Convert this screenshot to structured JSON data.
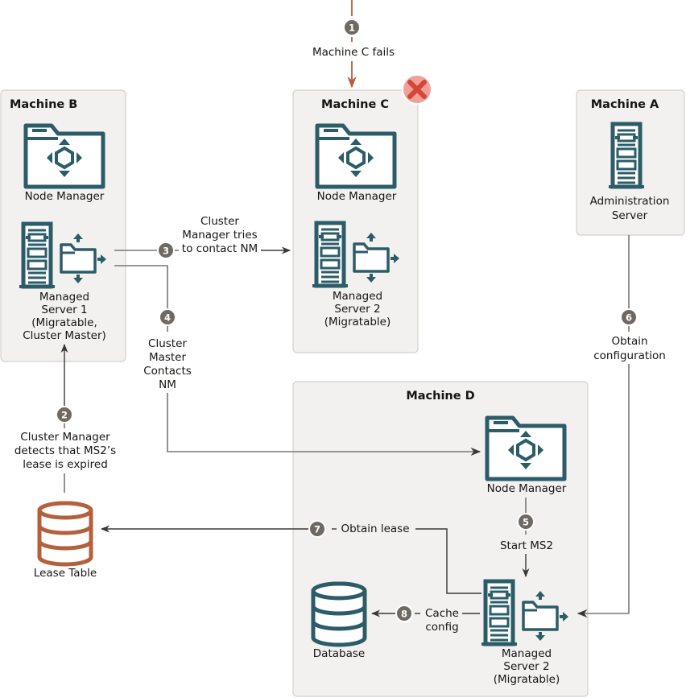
{
  "machines": {
    "b": {
      "title": "Machine B",
      "node_manager": "Node Manager",
      "server_lines": [
        "Managed",
        "Server 1",
        "(Migratable,",
        "Cluster Master)"
      ]
    },
    "c": {
      "title": "Machine C",
      "node_manager": "Node Manager",
      "server_lines": [
        "Managed",
        "Server 2",
        "(Migratable)"
      ],
      "status": "failed"
    },
    "a": {
      "title": "Machine A",
      "server_lines": [
        "Administration",
        "Server"
      ]
    },
    "d": {
      "title": "Machine D",
      "node_manager": "Node Manager",
      "server_lines": [
        "Managed",
        "Server 2",
        "(Migratable)"
      ],
      "database": "Database"
    }
  },
  "lease_table": "Lease Table",
  "steps": [
    {
      "num": "1",
      "lines": [
        "Machine C fails"
      ]
    },
    {
      "num": "2",
      "lines": [
        "Cluster Manager",
        "detects that MS2’s",
        "lease is expired"
      ]
    },
    {
      "num": "3",
      "lines": [
        "Cluster",
        "Manager tries",
        "to contact NM"
      ]
    },
    {
      "num": "4",
      "lines": [
        "Cluster",
        "Master",
        "Contacts",
        "NM"
      ]
    },
    {
      "num": "5",
      "lines": [
        "Start MS2"
      ]
    },
    {
      "num": "6",
      "lines": [
        "Obtain",
        "configuration"
      ]
    },
    {
      "num": "7",
      "lines": [
        "Obtain lease"
      ]
    },
    {
      "num": "8",
      "lines": [
        "Cache",
        "config"
      ]
    }
  ],
  "colors": {
    "icon_teal": "#2b5c68",
    "lease_table_orange": "#b5603b",
    "failure_red": "#d2473a",
    "failure_badge_bg": "#f0a096",
    "step_badge": "#6f6964",
    "machine_bg": "#f2f1ef"
  }
}
